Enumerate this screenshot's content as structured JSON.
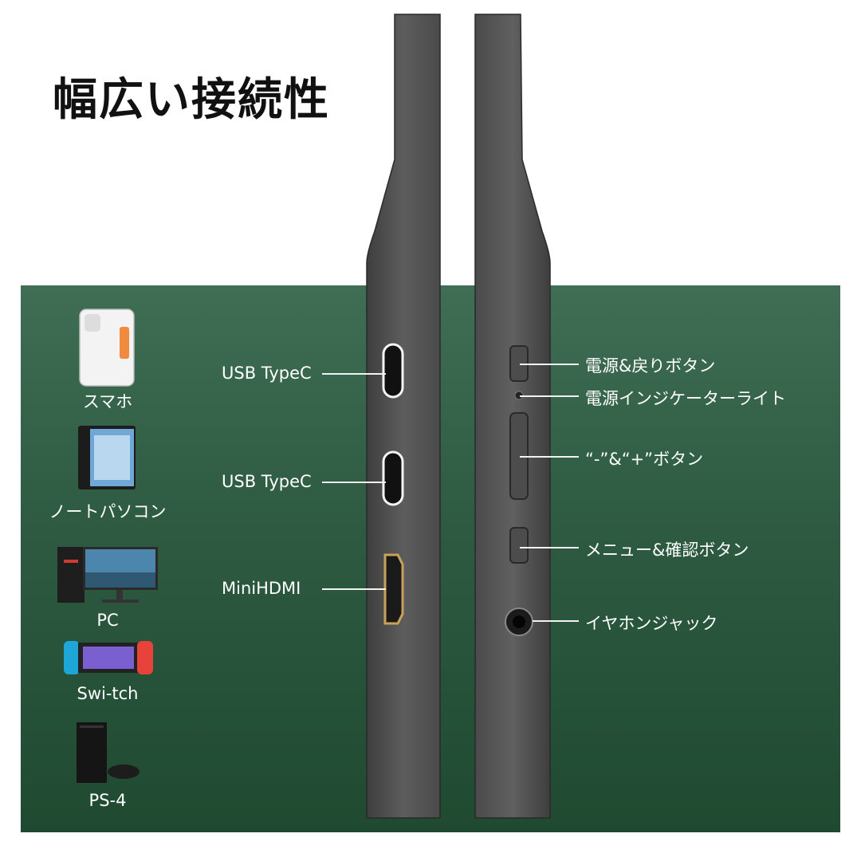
{
  "title": "幅広い接続性",
  "devices": [
    {
      "label": "スマホ",
      "icon": "smartphone-icon"
    },
    {
      "label": "ノートパソコン",
      "icon": "tablet-laptop-icon"
    },
    {
      "label": "PC",
      "icon": "desktop-pc-icon"
    },
    {
      "label": "Swi-tch",
      "icon": "game-console-handheld-icon"
    },
    {
      "label": "PS-4",
      "icon": "game-console-icon"
    }
  ],
  "left_ports": [
    {
      "label": "USB TypeC"
    },
    {
      "label": "USB TypeC"
    },
    {
      "label": "MiniHDMI"
    }
  ],
  "right_controls": [
    {
      "label": "電源&戻りボタン"
    },
    {
      "label": "電源インジケーターライト"
    },
    {
      "label": "“-”&“+”ボタン"
    },
    {
      "label": "メニュー&確認ボタン"
    },
    {
      "label": "イヤホンジャック"
    }
  ],
  "colors": {
    "panel_top": "#3f6e55",
    "panel_bottom": "#1f4a31",
    "device_body": "#5a5a5a",
    "hdmi_port": "#c9a15a"
  }
}
